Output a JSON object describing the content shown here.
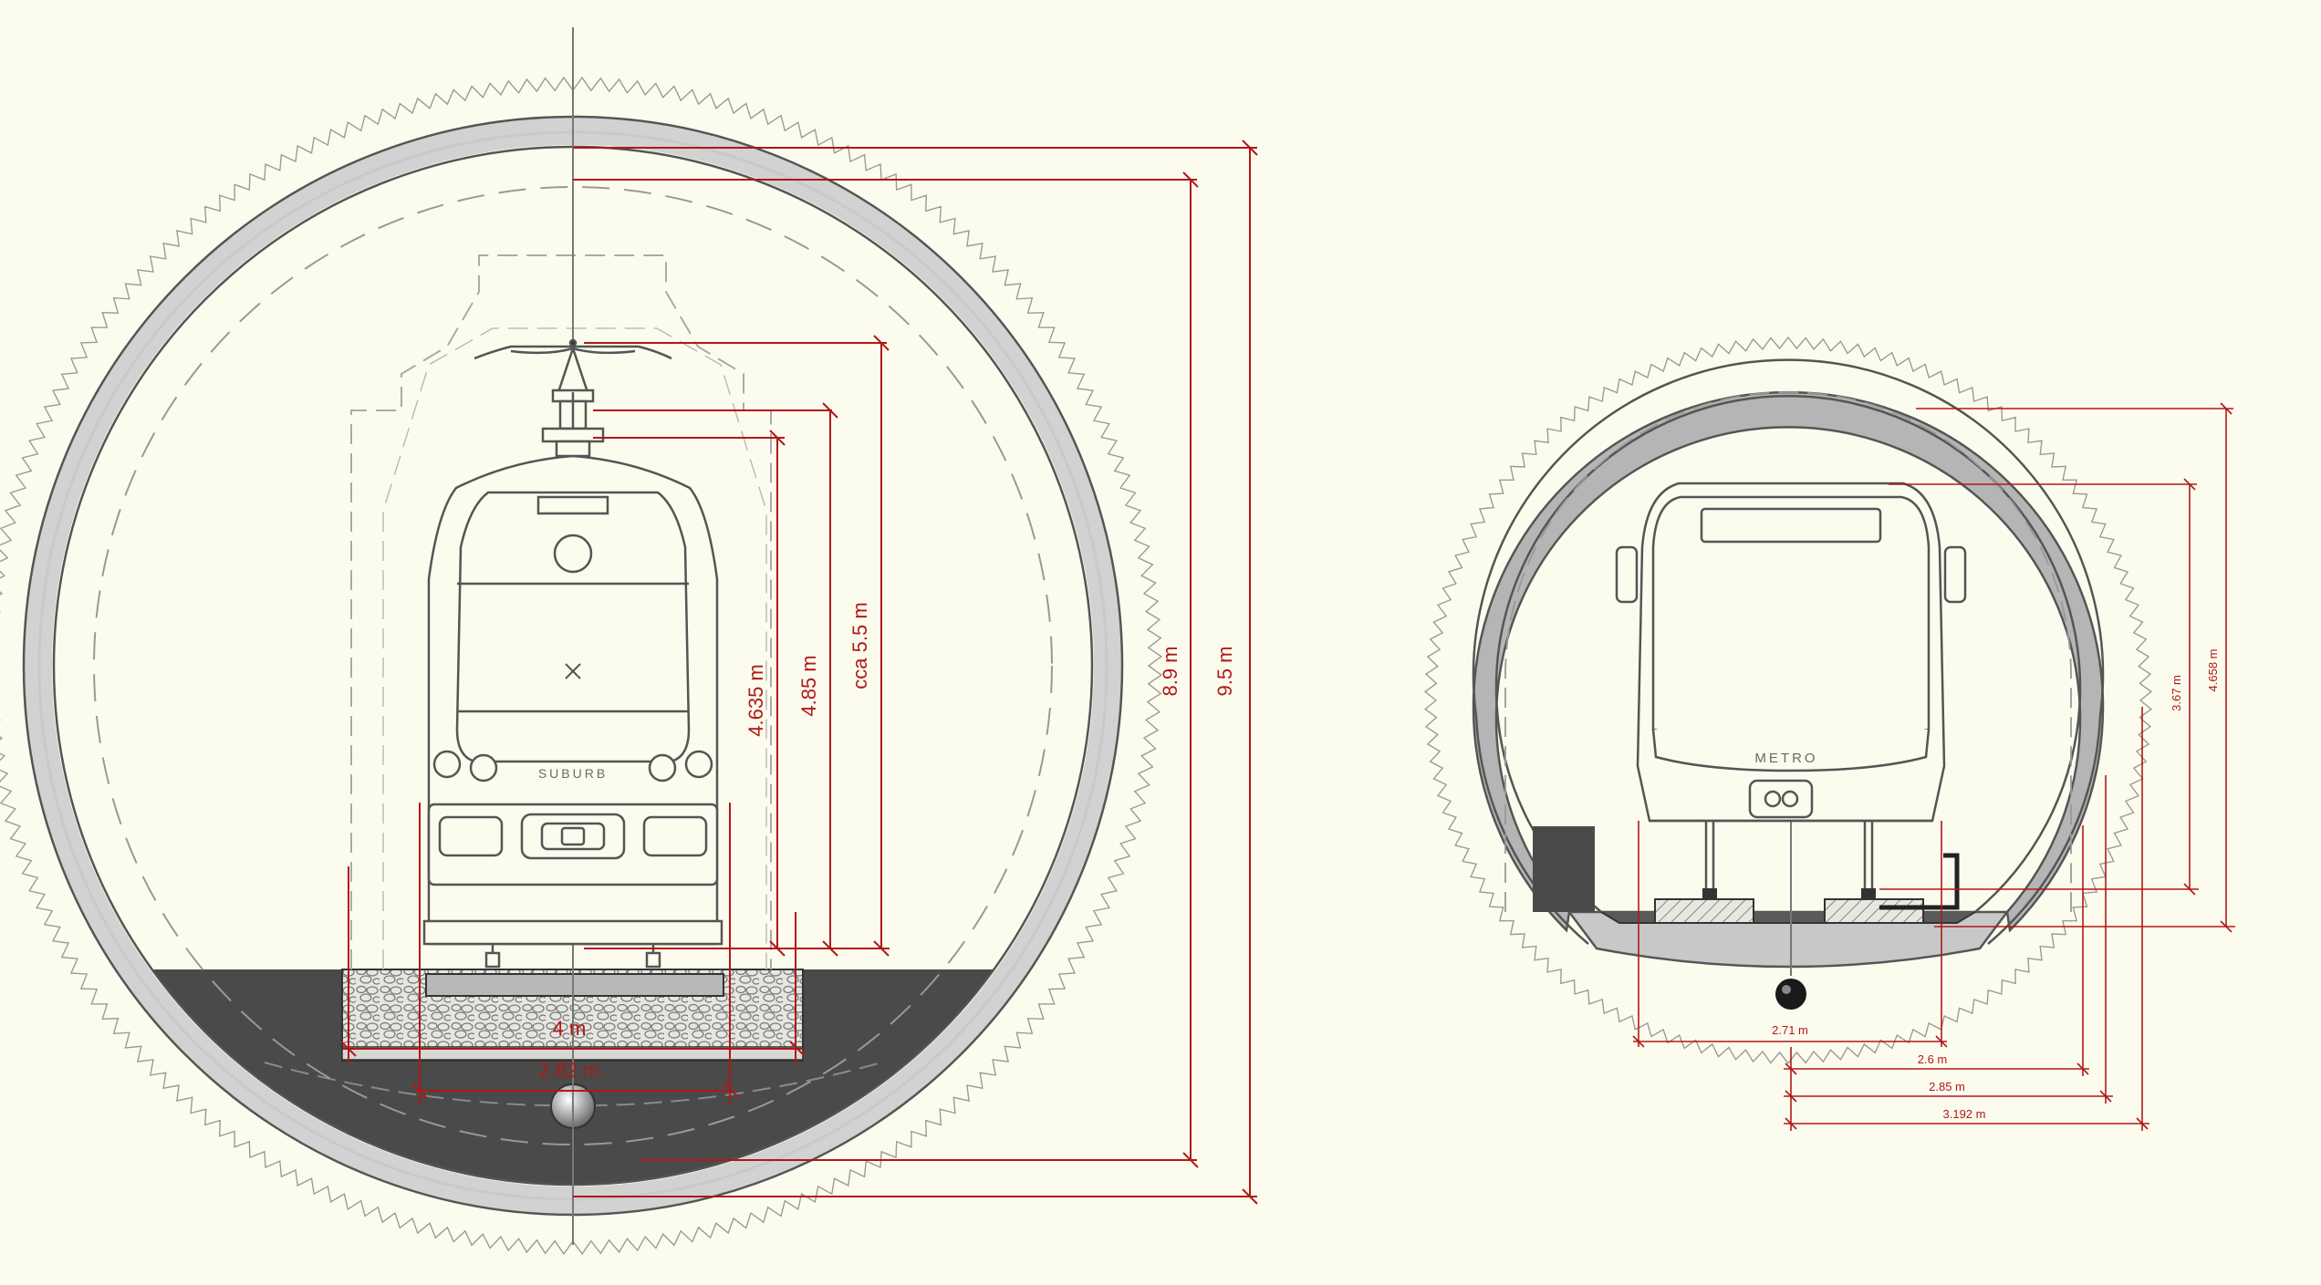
{
  "suburb_tunnel": {
    "train_label": "SUBURB",
    "dimensions": {
      "ballast_width": "4 m",
      "track_gauge": "2.82 m",
      "contact_wire_height": "4.635 m",
      "pantograph_height": "4.85 m",
      "catenary_height": "cca 5.5 m",
      "inner_diameter": "8.9 m",
      "outer_diameter": "9.5 m"
    }
  },
  "metro_tunnel": {
    "train_label": "METRO",
    "dimensions": {
      "vehicle_width": "2.71 m",
      "half_width_a": "2.6 m",
      "half_width_b": "2.85 m",
      "half_width_c": "3.192 m",
      "clearance_height": "3.67 m",
      "inner_height": "4.658 m"
    }
  },
  "colors": {
    "background": "#fcfcee",
    "dimension_line": "#b01818",
    "tunnel_lining": "#d0d0d0",
    "invert_fill": "#4a4a4a"
  }
}
